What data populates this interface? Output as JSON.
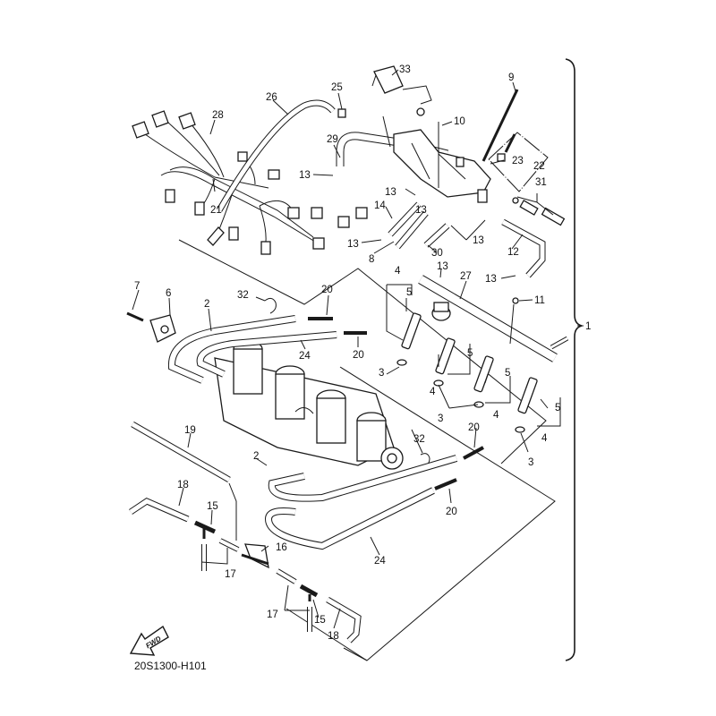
{
  "diagram": {
    "title_code": "20S1300-H101",
    "direction_arrow_label": "FWD",
    "assembly_bracket_label": "1",
    "callouts": [
      {
        "id": "c33",
        "label": "33",
        "part": "throttle position / intake sensor"
      },
      {
        "id": "c9",
        "label": "9",
        "part": "long bolt"
      },
      {
        "id": "c10",
        "label": "10",
        "part": "screw"
      },
      {
        "id": "c25",
        "label": "25",
        "part": "clamp"
      },
      {
        "id": "c26",
        "label": "26",
        "part": "hose"
      },
      {
        "id": "c28",
        "label": "28",
        "part": "wire harness"
      },
      {
        "id": "c29",
        "label": "29",
        "part": "hose"
      },
      {
        "id": "c21",
        "label": "21",
        "part": "harness tie"
      },
      {
        "id": "c22",
        "label": "22",
        "part": "screw set"
      },
      {
        "id": "c23",
        "label": "23",
        "part": "spring / ball"
      },
      {
        "id": "c31",
        "label": "31",
        "part": "adjusting screw set"
      },
      {
        "id": "c13a",
        "label": "13",
        "part": "clip"
      },
      {
        "id": "c13b",
        "label": "13",
        "part": "clip"
      },
      {
        "id": "c13c",
        "label": "13",
        "part": "clip"
      },
      {
        "id": "c13d",
        "label": "13",
        "part": "clip"
      },
      {
        "id": "c13e",
        "label": "13",
        "part": "clip"
      },
      {
        "id": "c13f",
        "label": "13",
        "part": "clip"
      },
      {
        "id": "c13g",
        "label": "13",
        "part": "clip"
      },
      {
        "id": "c14",
        "label": "14",
        "part": "hose"
      },
      {
        "id": "c8",
        "label": "8",
        "part": "hose"
      },
      {
        "id": "c30",
        "label": "30",
        "part": "hose"
      },
      {
        "id": "c12",
        "label": "12",
        "part": "hose"
      },
      {
        "id": "c27",
        "label": "27",
        "part": "fuel rail / pressure regulator"
      },
      {
        "id": "c11",
        "label": "11",
        "part": "bolt"
      },
      {
        "id": "c7",
        "label": "7",
        "part": "screw"
      },
      {
        "id": "c6",
        "label": "6",
        "part": "throttle position sensor"
      },
      {
        "id": "c32a",
        "label": "32",
        "part": "clamp"
      },
      {
        "id": "c32b",
        "label": "32",
        "part": "clamp"
      },
      {
        "id": "c20a",
        "label": "20",
        "part": "joint"
      },
      {
        "id": "c20b",
        "label": "20",
        "part": "joint"
      },
      {
        "id": "c20c",
        "label": "20",
        "part": "joint"
      },
      {
        "id": "c20d",
        "label": "20",
        "part": "joint"
      },
      {
        "id": "c2a",
        "label": "2",
        "part": "hose"
      },
      {
        "id": "c2b",
        "label": "2",
        "part": "hose"
      },
      {
        "id": "c24a",
        "label": "24",
        "part": "hose"
      },
      {
        "id": "c24b",
        "label": "24",
        "part": "hose"
      },
      {
        "id": "c4a",
        "label": "4",
        "part": "injector"
      },
      {
        "id": "c4b",
        "label": "4",
        "part": "injector"
      },
      {
        "id": "c4c",
        "label": "4",
        "part": "injector"
      },
      {
        "id": "c4d",
        "label": "4",
        "part": "injector"
      },
      {
        "id": "c5a",
        "label": "5",
        "part": "O-ring"
      },
      {
        "id": "c5b",
        "label": "5",
        "part": "O-ring"
      },
      {
        "id": "c5c",
        "label": "5",
        "part": "O-ring"
      },
      {
        "id": "c5d",
        "label": "5",
        "part": "O-ring"
      },
      {
        "id": "c3a",
        "label": "3",
        "part": "seal"
      },
      {
        "id": "c3b",
        "label": "3",
        "part": "seal"
      },
      {
        "id": "c3c",
        "label": "3",
        "part": "seal"
      },
      {
        "id": "c19",
        "label": "19",
        "part": "hose"
      },
      {
        "id": "c18a",
        "label": "18",
        "part": "hose"
      },
      {
        "id": "c18b",
        "label": "18",
        "part": "hose"
      },
      {
        "id": "c15a",
        "label": "15",
        "part": "joint"
      },
      {
        "id": "c15b",
        "label": "15",
        "part": "joint"
      },
      {
        "id": "c16",
        "label": "16",
        "part": "joint"
      },
      {
        "id": "c17a",
        "label": "17",
        "part": "hose"
      },
      {
        "id": "c17b",
        "label": "17",
        "part": "hose"
      }
    ]
  }
}
